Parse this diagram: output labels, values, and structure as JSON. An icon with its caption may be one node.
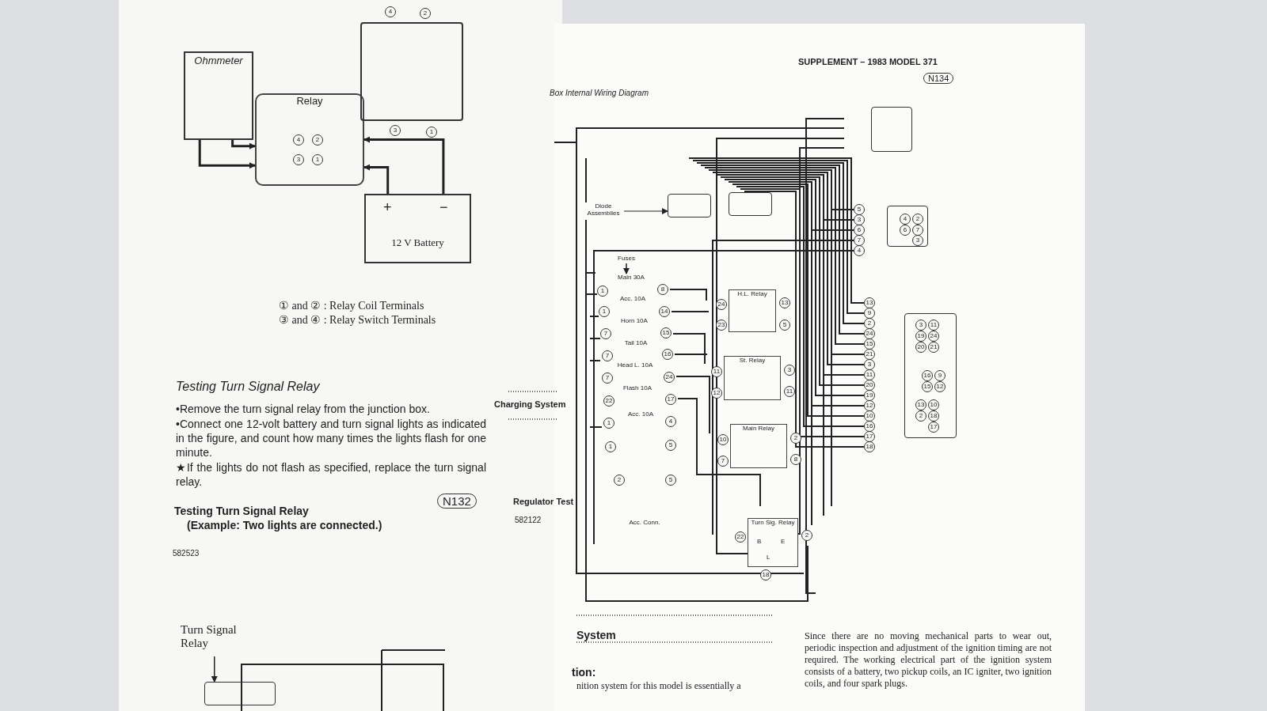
{
  "diagram": {
    "nodes": [
      {
        "text": [
          "Ohmmeter"
        ]
      },
      {
        "text": [
          "Relay"
        ]
      },
      {
        "text": [
          "12 V Battery"
        ]
      },
      {
        "text": [],
        "shape": "box"
      },
      {
        "text": [
          "Turn Signal Relay"
        ]
      },
      {
        "text": [],
        "shape": "box"
      },
      {
        "text": [
          "Diode Assemblies"
        ]
      },
      {
        "text": [],
        "shape": "box"
      },
      {
        "text": [],
        "shape": "box"
      },
      {
        "text": [
          "Fuses"
        ]
      },
      {
        "text": [
          "Main 30A"
        ]
      },
      {
        "text": [
          "Acc. 10A"
        ]
      },
      {
        "text": [
          "Horn 10A"
        ]
      },
      {
        "text": [
          "Tail 10A"
        ]
      },
      {
        "text": [
          "Head L. 10A"
        ]
      },
      {
        "text": [
          "Flash 10A"
        ]
      },
      {
        "text": [
          "Acc. 10A"
        ]
      },
      {
        "text": [
          "H.L. Relay"
        ],
        "beside": [
          "24",
          "13",
          "23",
          "5"
        ]
      },
      {
        "text": [
          "St. Relay"
        ],
        "beside": [
          "11",
          "3",
          "12",
          "11"
        ]
      },
      {
        "text": [
          "Main Relay"
        ],
        "beside": [
          "10",
          "2",
          "7",
          "8"
        ]
      },
      {
        "text": [
          "Turn Sig. Relay"
        ],
        "beside": [
          "22",
          "2",
          "18"
        ]
      },
      {
        "text": [
          "Acc. Conn."
        ],
        "beside": [
          "2",
          "5"
        ]
      },
      {
        "text": [],
        "shape": "box"
      },
      {
        "text": [],
        "shape": "box"
      },
      {
        "text": [],
        "shape": "box"
      }
    ],
    "edges": [
      {
        "from": 0,
        "to": 1,
        "arrow": "to"
      },
      {
        "from": 0,
        "to": 1,
        "arrow": "to"
      },
      {
        "from": 2,
        "to": 1,
        "arrow": "to"
      },
      {
        "from": 2,
        "to": 1,
        "arrow": "to"
      },
      {
        "from": 4,
        "to": 5,
        "arrow": "to"
      },
      {
        "from": 6,
        "to": 7,
        "arrow": "to"
      },
      {
        "from": 9,
        "to": 10,
        "arrow": "to"
      }
    ],
    "labels": [
      "4",
      "2",
      "3",
      "1",
      "4",
      "2",
      "3",
      "1",
      "+",
      "−",
      "① and ② : Relay Coil Terminals",
      "③ and ④ : Relay Switch Terminals",
      "Testing Turn Signal Relay",
      "•Remove the turn signal relay from the junction box.",
      "•Connect one 12-volt battery and turn signal lights as indicated in the figure, and count how many times the lights flash for one minute.",
      "★If the lights do not flash as specified, replace the turn signal relay.",
      "N132",
      "Testing Turn Signal Relay",
      "(Example: Two lights are connected.)",
      "582523",
      "Charging System",
      "Regulator Test",
      "582122",
      "SUPPLEMENT – 1983 MODEL 371",
      "N134",
      "Box Internal Wiring Diagram",
      "5",
      "3",
      "6",
      "7",
      "4",
      "13",
      "9",
      "2",
      "24",
      "15",
      "21",
      "3",
      "11",
      "20",
      "19",
      "12",
      "10",
      "16",
      "17",
      "18",
      "4",
      "2",
      "6",
      "7",
      "3",
      "3",
      "11",
      "19",
      "24",
      "20",
      "21",
      "16",
      "9",
      "15",
      "12",
      "13",
      "10",
      "2",
      "18",
      "17",
      "1",
      "8",
      "1",
      "14",
      "7",
      "15",
      "7",
      "16",
      "7",
      "24",
      "22",
      "17",
      "1",
      "4",
      "1",
      "5",
      "B",
      "E",
      "L",
      "System",
      "tion:",
      "nition system for this model is essentially a",
      "Since there are no moving mechanical parts to wear out, periodic inspection and adjustment of the ignition timing are not required. The working electrical part of the ignition system consists of a battery, two pickup coils, an IC igniter, two ignition coils, and four spark plugs."
    ]
  }
}
